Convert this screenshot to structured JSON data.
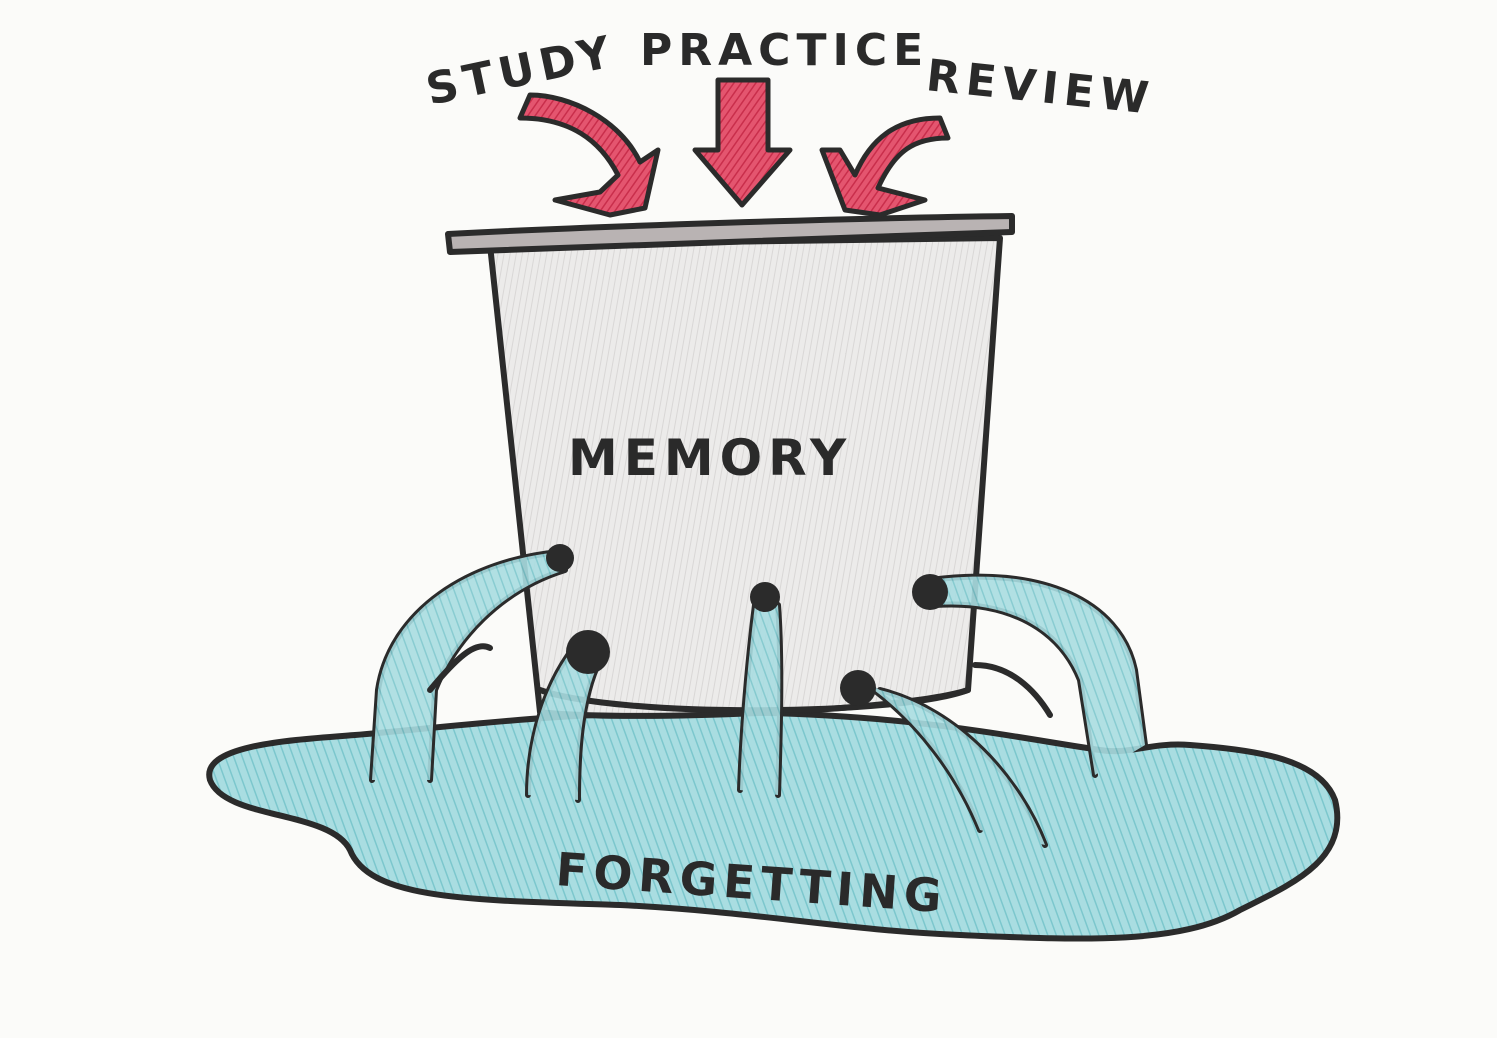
{
  "labels": {
    "study": "STUDY",
    "practice": "PRACTICE",
    "review": "REVIEW",
    "memory": "MEMORY",
    "forgetting": "FORGETTING"
  },
  "colors": {
    "arrow": "#de3f5c",
    "bucket": "#e4e3e2",
    "bucket_rim": "#b7b2b2",
    "water": "#93d3d8",
    "ink": "#2b2b2b",
    "paper": "#fbfbf9"
  }
}
